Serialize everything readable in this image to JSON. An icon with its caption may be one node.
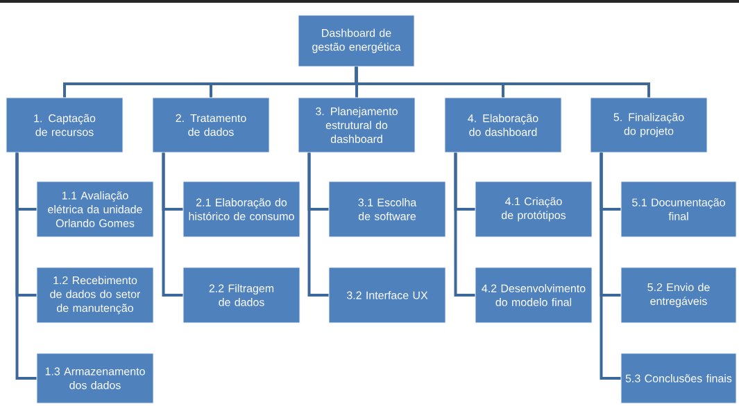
{
  "diagram": {
    "nodes": [
      {
        "text": [
          "Dashboard de gestão energética"
        ]
      },
      {
        "text": [
          "1. Captação de recursos"
        ]
      },
      {
        "text": [
          "2. Tratamento de dados"
        ]
      },
      {
        "text": [
          "3. Planejamento estrutural do dashboard"
        ]
      },
      {
        "text": [
          "4. Elaboração do dashboard"
        ]
      },
      {
        "text": [
          "5. Finalização do projeto"
        ]
      },
      {
        "text": [
          "1.1 Avaliação elétrica da unidade Orlando Gomes"
        ]
      },
      {
        "text": [
          "1.2 Recebimento de dados do setor de manutenção"
        ]
      },
      {
        "text": [
          "1.3 Armazenamento dos dados"
        ]
      },
      {
        "text": [
          "2.1 Elaboração do histórico de consumo"
        ]
      },
      {
        "text": [
          "2.2 Filtragem de dados"
        ]
      },
      {
        "text": [
          "3.1 Escolha de software"
        ]
      },
      {
        "text": [
          "3.2 Interface UX"
        ]
      },
      {
        "text": [
          "4.1 Criação de protótipos"
        ]
      },
      {
        "text": [
          "4.2 Desenvolvimento do modelo final"
        ]
      },
      {
        "text": [
          "5.1 Documentação final"
        ]
      },
      {
        "text": [
          "5.2 Envio de entregáveis"
        ]
      },
      {
        "text": [
          "5.3 Conclusões finais"
        ]
      }
    ],
    "edges": [
      {
        "from": 0,
        "to": 1,
        "arrow": "none"
      },
      {
        "from": 0,
        "to": 2,
        "arrow": "none"
      },
      {
        "from": 0,
        "to": 3,
        "arrow": "none"
      },
      {
        "from": 0,
        "to": 4,
        "arrow": "none"
      },
      {
        "from": 0,
        "to": 5,
        "arrow": "none"
      },
      {
        "from": 1,
        "to": 6,
        "arrow": "none"
      },
      {
        "from": 1,
        "to": 7,
        "arrow": "none"
      },
      {
        "from": 1,
        "to": 8,
        "arrow": "none"
      },
      {
        "from": 2,
        "to": 9,
        "arrow": "none"
      },
      {
        "from": 2,
        "to": 10,
        "arrow": "none"
      },
      {
        "from": 3,
        "to": 11,
        "arrow": "none"
      },
      {
        "from": 3,
        "to": 12,
        "arrow": "none"
      },
      {
        "from": 4,
        "to": 13,
        "arrow": "none"
      },
      {
        "from": 4,
        "to": 14,
        "arrow": "none"
      },
      {
        "from": 5,
        "to": 15,
        "arrow": "none"
      },
      {
        "from": 5,
        "to": 16,
        "arrow": "none"
      },
      {
        "from": 5,
        "to": 17,
        "arrow": "none"
      }
    ]
  }
}
